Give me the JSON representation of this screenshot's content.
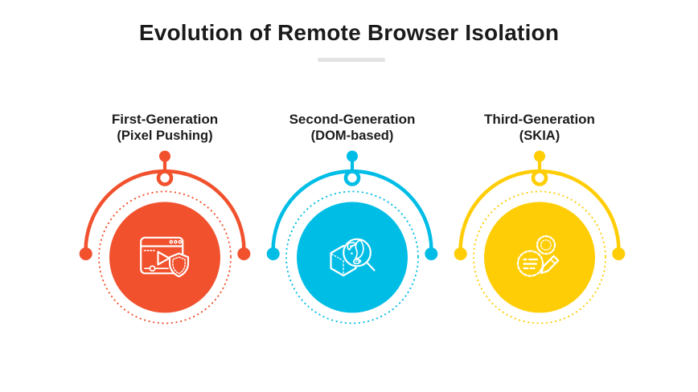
{
  "title": "Evolution of Remote Browser Isolation",
  "generations": [
    {
      "name": "First-Generation",
      "subtitle": "(Pixel Pushing)",
      "color": "#F1512D",
      "icon": "browser-video-shield-icon"
    },
    {
      "name": "Second-Generation",
      "subtitle": "(DOM-based)",
      "color": "#00BDE6",
      "icon": "dom-cube-magnifier-icon"
    },
    {
      "name": "Third-Generation",
      "subtitle": "(SKIA)",
      "color": "#FFCD05",
      "icon": "gears-pencil-icon"
    }
  ],
  "theme": {
    "background": "#FFFFFF",
    "title_color": "#1B1B1B",
    "divider_color": "#E3E3E3"
  }
}
